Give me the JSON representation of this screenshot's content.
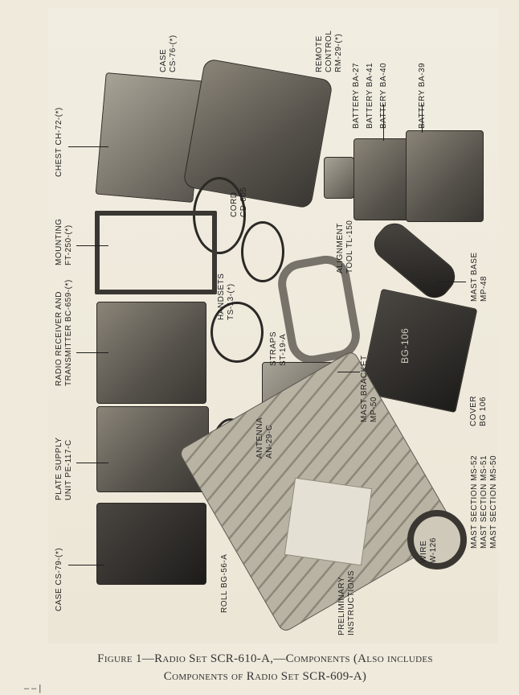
{
  "labels": {
    "case_cs76": [
      "CASE",
      "CS-76-(*)"
    ],
    "remote_control": [
      "REMOTE",
      "CONTROL",
      "RM-29-(*)"
    ],
    "battery_ba27": "BATTERY BA-27",
    "battery_ba41": "BATTERY BA-41",
    "battery_ba40": "BATTERY BA-40",
    "battery_ba39": "BATTERY BA-39",
    "chest": "CHEST CH-72-(*)",
    "mounting": [
      "MOUNTING",
      "FT-250-(*)"
    ],
    "cord": [
      "CORD",
      "CD-605"
    ],
    "alignment_tool": [
      "ALIGNMENT",
      "TOOL TL-150"
    ],
    "mast_base": [
      "MAST BASE",
      "MP-48"
    ],
    "handsets": [
      "HANDSETS",
      "TS-13-(*)"
    ],
    "radio": [
      "RADIO RECEIVER AND",
      "TRANSMITTER BC-659-(*)"
    ],
    "straps": [
      "STRAPS",
      "ST-19-A"
    ],
    "mast_bracket": [
      "MAST BRACKET",
      "MP-50"
    ],
    "cover": [
      "COVER",
      "BG 106"
    ],
    "plate_supply": [
      "PLATE SUPPLY",
      "UNIT PE-117-C"
    ],
    "antenna": [
      "ANTENNA",
      "AN-29-C"
    ],
    "mast_sections": [
      "MAST SECTION MS-52",
      "MAST SECTION MS-51",
      "MAST SECTION MS-50"
    ],
    "case_cs79": "CASE CS-79-(*)",
    "roll": "ROLL BG-56-A",
    "preliminary": [
      "PRELIMINARY",
      "INSTRUCTIONS"
    ],
    "wire": [
      "WIRE",
      "W-126"
    ],
    "cover_stencil": "BG-106"
  },
  "caption": {
    "line1": "Figure 1—Radio Set SCR-610-A,—Components (Also includes",
    "line2": "Components of Radio Set SCR-609-A)"
  },
  "footer_mark": "– –  |"
}
